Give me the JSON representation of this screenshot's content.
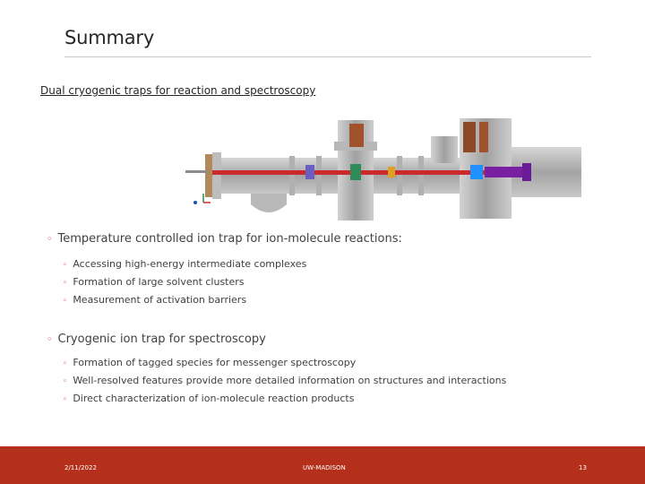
{
  "slide": {
    "title": "Summary",
    "subtitle": "Dual cryogenic traps for reaction and spectroscopy",
    "sections": [
      {
        "heading": "Temperature controlled ion trap for ion-molecule reactions:",
        "items": [
          "Accessing high-energy intermediate complexes",
          "Formation of large solvent clusters",
          "Measurement of activation barriers"
        ]
      },
      {
        "heading": "Cryogenic ion trap for spectroscopy",
        "items": [
          "Formation of tagged species for messenger spectroscopy",
          "Well-resolved features provide more detailed information on structures and interactions",
          "Direct characterization of ion-molecule reaction products"
        ]
      }
    ],
    "bullet_marker": "◦",
    "accent_color": "#b5301a"
  },
  "footer": {
    "date": "2/11/2022",
    "organization": "UW-MADISON",
    "page": "13"
  }
}
